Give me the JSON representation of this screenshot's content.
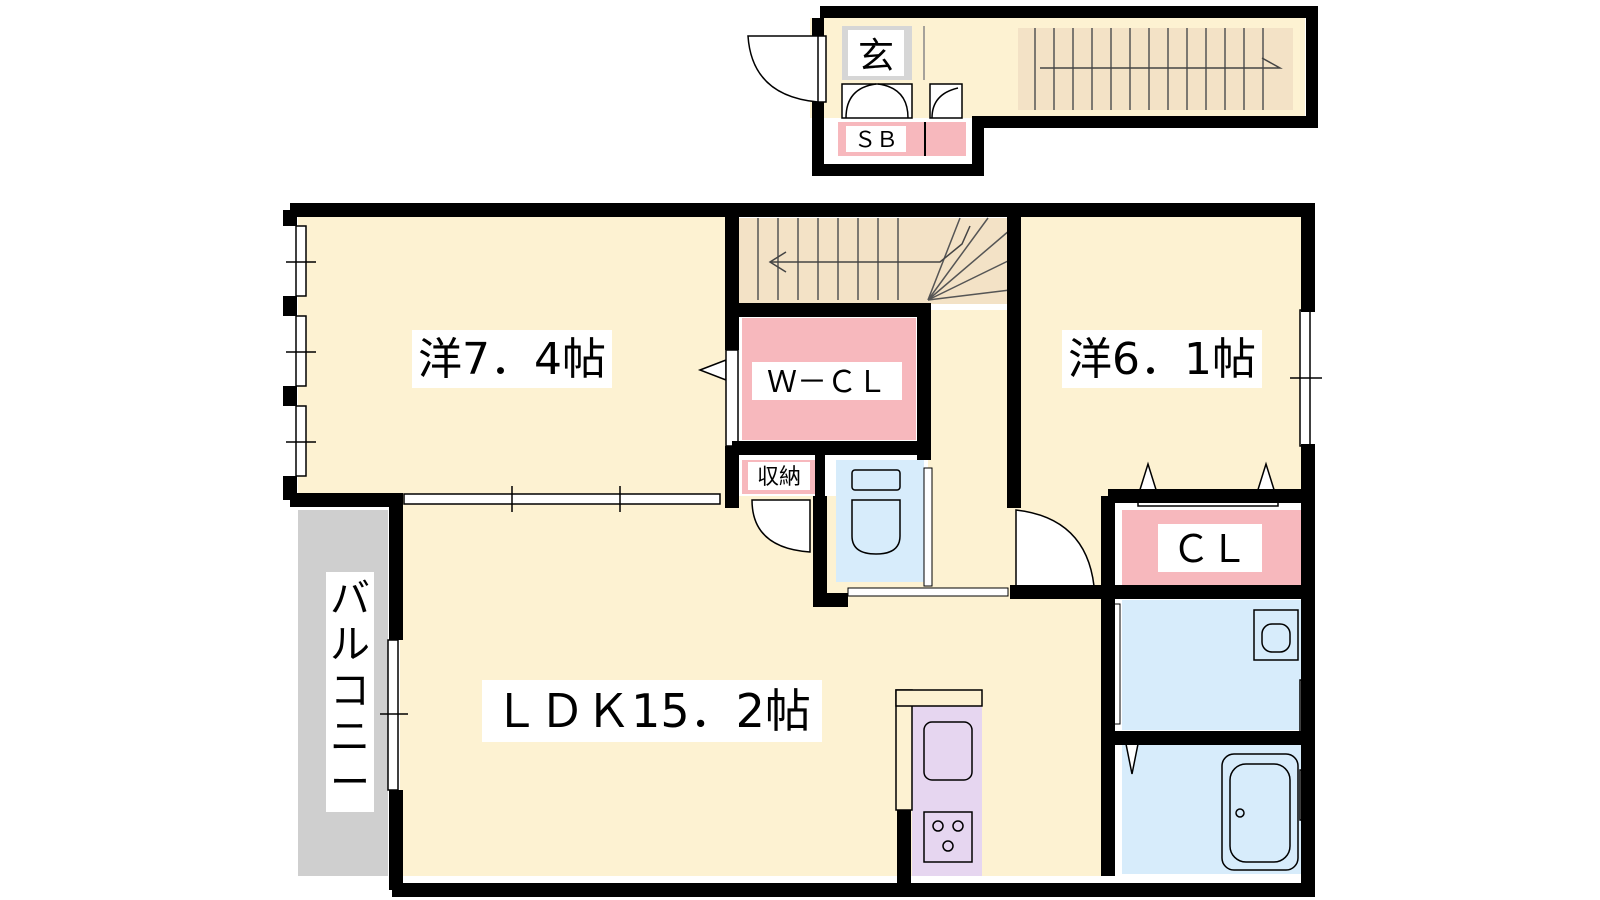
{
  "labels": {
    "entrance": "玄",
    "shoe_box": "ＳＢ",
    "western_room_a": "洋7．4帖",
    "western_room_b": "洋6．1帖",
    "walk_in_closet": "Ｗ－ＣＬ",
    "storage": "収納",
    "closet": "ＣＬ",
    "ldk": "ＬＤＫ15．2帖",
    "balcony_chars": [
      "バ",
      "ル",
      "コ",
      "ニ",
      "ー"
    ]
  },
  "colors": {
    "wall": "#000000",
    "room_floor": "#fdf2d2",
    "storage_pink": "#f7b8bd",
    "wet_blue": "#d7ecfb",
    "balcony_gray": "#cfcfcf",
    "entrance_gray": "#d6d6d6",
    "stairs": "#f3e2c6",
    "kitchen_purple": "#e6d6f0"
  }
}
